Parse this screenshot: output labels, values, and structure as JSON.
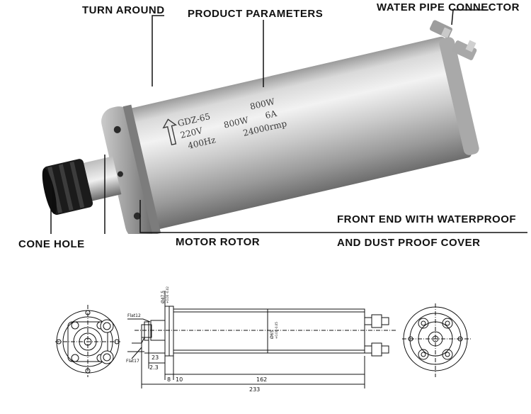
{
  "callouts": {
    "turn_around": "TURN AROUND",
    "product_parameters": "PRODUCT PARAMETERS",
    "water_pipe_connector": "WATER PIPE CONNECTOR",
    "front_end_line1": "FRONT END WITH WATERPROOF",
    "front_end_line2": "AND DUST PROOF COVER",
    "cone_hole": "CONE HOLE",
    "motor_rotor": "MOTOR ROTOR"
  },
  "nameplate": {
    "line1_model": "GDZ-65",
    "line1_power": "800W",
    "line2_voltage": "220V",
    "line2_power": "800W",
    "line2_current": "6A",
    "line3_freq": "400Hz",
    "line3_speed": "24000rmp"
  },
  "drawing": {
    "dim_flat12": "Flat12",
    "dim_flat17": "Flat17",
    "dim_23": "23",
    "dim_2_3": "2.3",
    "dim_8": "8",
    "dim_10": "10",
    "dim_162": "162",
    "dim_233": "233",
    "dim_diam_47_5": "Ø47.5",
    "dim_diam_47_5_tol": "+0.00 -0.02",
    "dim_diam_65": "Ø65",
    "dim_diam_65_tol": "+0.00 -0.05"
  },
  "colors": {
    "metal_light": "#e6e6e6",
    "metal_dark": "#8a8a8a",
    "collet_black": "#1b1b1b"
  }
}
